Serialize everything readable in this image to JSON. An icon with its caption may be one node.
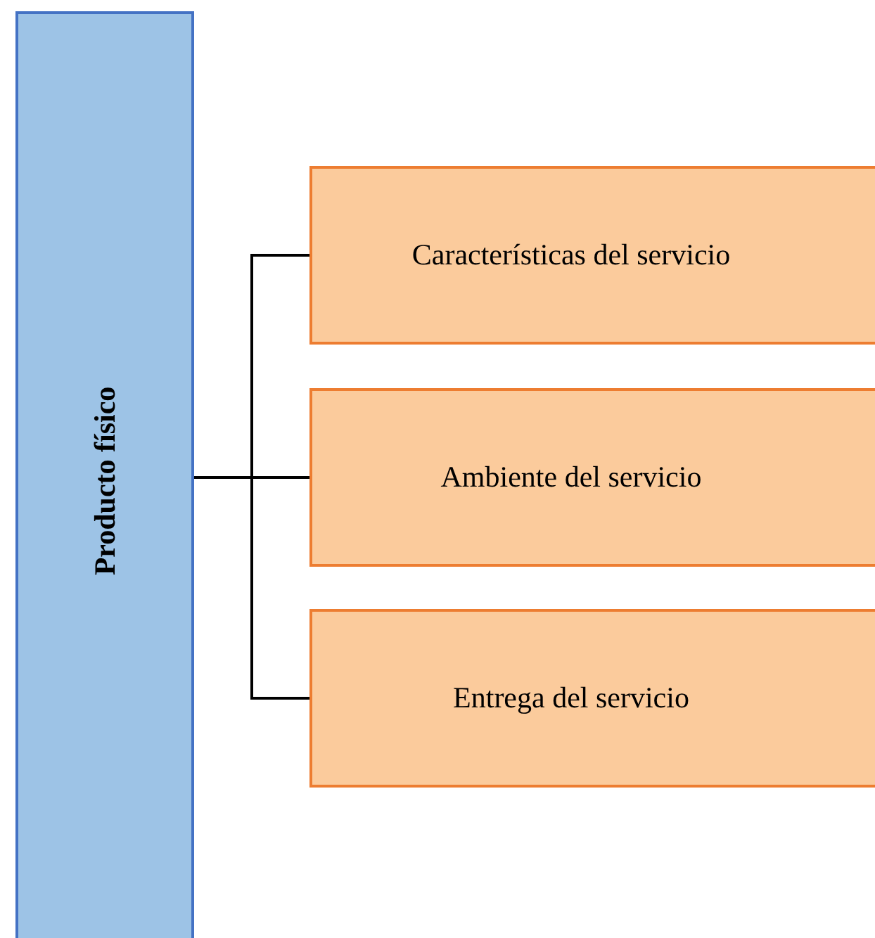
{
  "diagram": {
    "nodes": [
      {
        "text": [
          "Producto físico"
        ]
      },
      {
        "text": [
          "Características del servicio"
        ]
      },
      {
        "text": [
          "Ambiente del servicio"
        ]
      },
      {
        "text": [
          "Entrega del servicio"
        ]
      }
    ],
    "edges": [
      {
        "from": 0,
        "to": 1,
        "arrow": "none"
      },
      {
        "from": 0,
        "to": 2,
        "arrow": "none"
      },
      {
        "from": 0,
        "to": 3,
        "arrow": "none"
      }
    ]
  }
}
